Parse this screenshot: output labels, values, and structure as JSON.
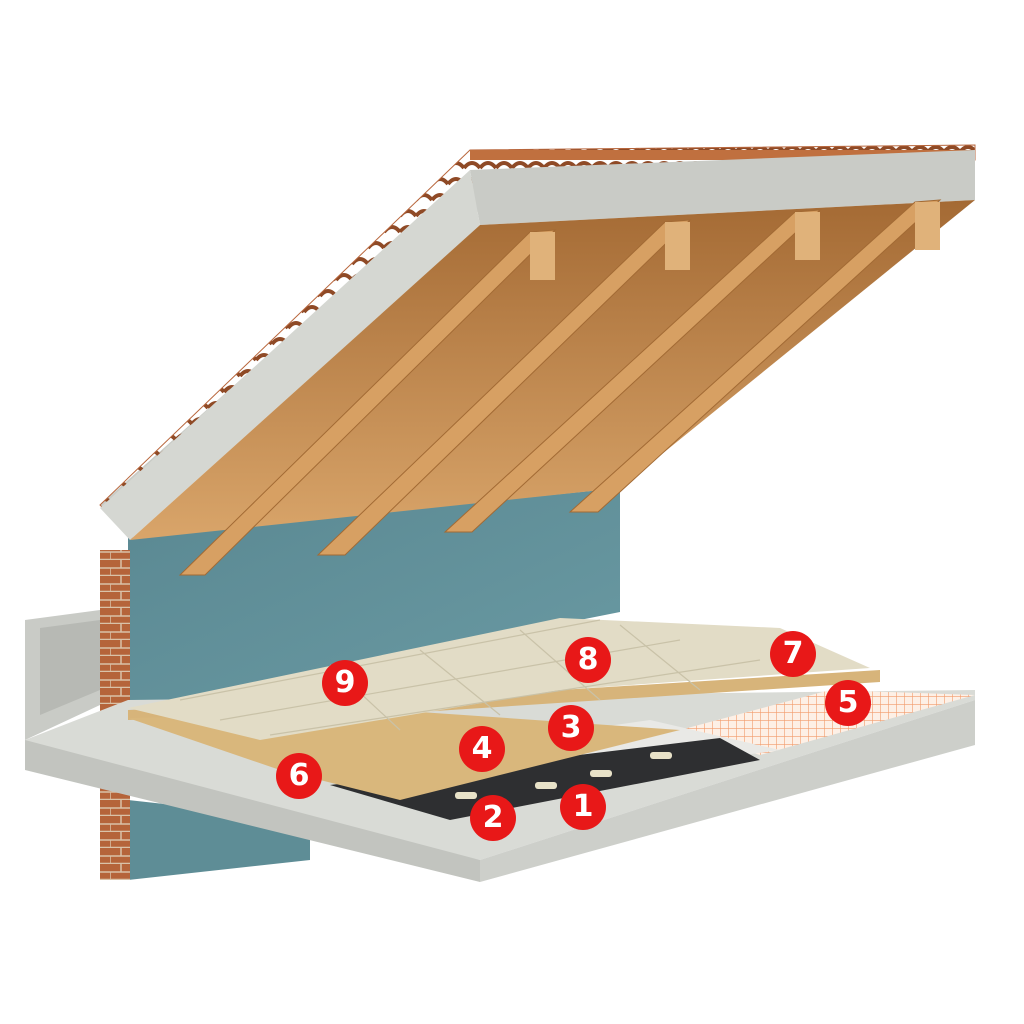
{
  "diagram": {
    "markers": [
      {
        "id": "1",
        "label": "1",
        "component": "bottom-sheet"
      },
      {
        "id": "2",
        "label": "2",
        "component": "heat-strips"
      },
      {
        "id": "3",
        "label": "3",
        "component": "white-board"
      },
      {
        "id": "4",
        "label": "4",
        "component": "silver-layer"
      },
      {
        "id": "5",
        "label": "5",
        "component": "orange-mesh"
      },
      {
        "id": "6",
        "label": "6",
        "component": "chipboard-edge"
      },
      {
        "id": "7",
        "label": "7",
        "component": "osb-panel"
      },
      {
        "id": "8",
        "label": "8",
        "component": "top-board"
      },
      {
        "id": "9",
        "label": "9",
        "component": "floor-tiles"
      }
    ]
  },
  "colors": {
    "marker": "#e81818",
    "marker_text": "#ffffff",
    "concrete": "#c9cbc6",
    "wall_blue": "#5e8d96",
    "timber": "#c48a4c",
    "roof_tile": "#b8663c",
    "brick": "#b5643a",
    "tile_floor": "#e2dcc6",
    "osb": "#d7b47a",
    "mesh": "#f7b48f"
  }
}
